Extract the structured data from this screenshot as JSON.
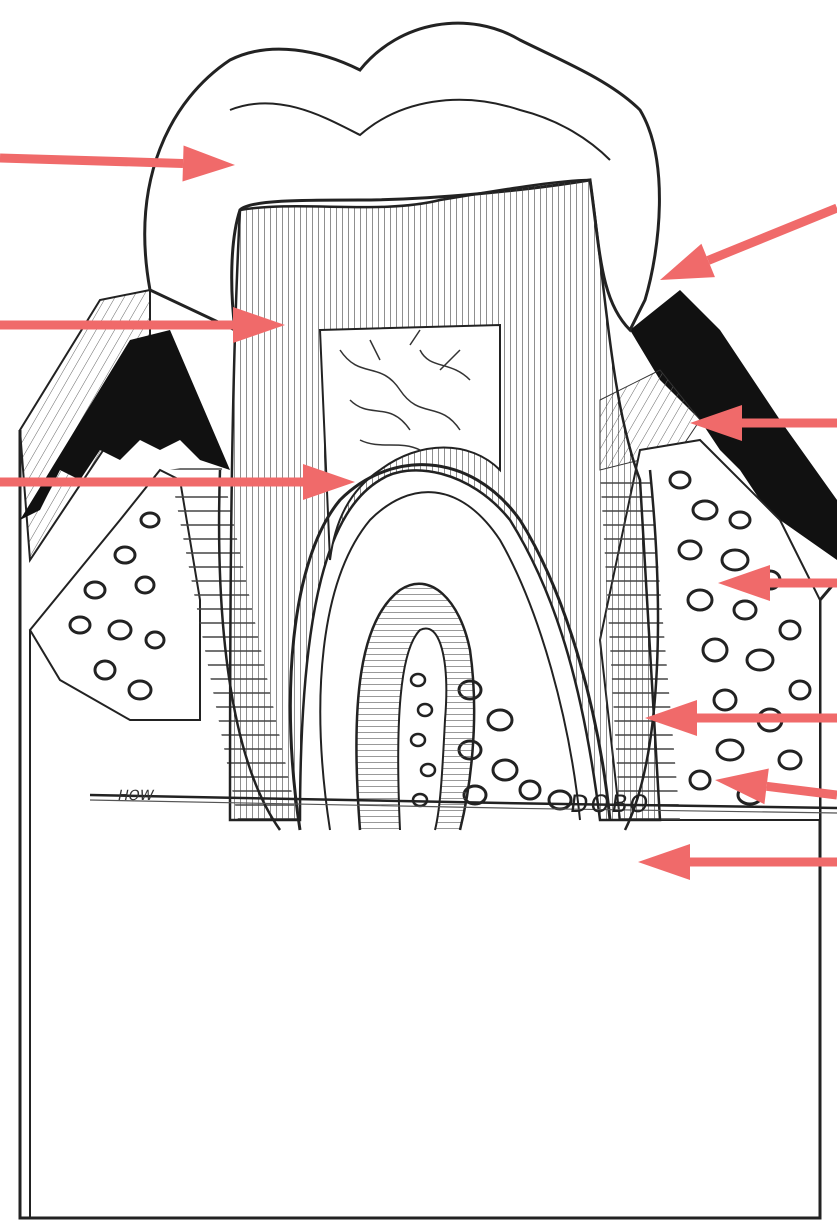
{
  "figure": {
    "subject": "tooth-cross-section",
    "artist_signature_left": "HOW",
    "artist_signature_right": "DOBO"
  },
  "colors": {
    "arrow": "#f06a6a",
    "ink": "#1e1e1e",
    "gum_fill": "#111111",
    "background": "#ffffff"
  },
  "labels": {
    "arrow_count": 9,
    "text": []
  }
}
